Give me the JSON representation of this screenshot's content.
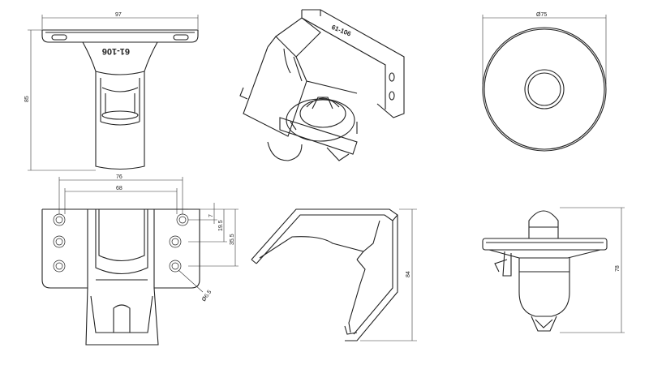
{
  "views": {
    "top": {
      "width": "97",
      "height": "85",
      "part_number": "61-106"
    },
    "iso_upper": {
      "part_number": "61-106"
    },
    "round": {
      "diameter": "Ø75"
    },
    "front": {
      "outer_hole_spacing": "76",
      "inner_hole_spacing": "68",
      "dim_a": "7",
      "dim_b": "19.5",
      "dim_c": "35.5",
      "hole_dia": "Ø6.5"
    },
    "side": {
      "height": "84"
    },
    "elevation": {
      "height": "78"
    }
  }
}
